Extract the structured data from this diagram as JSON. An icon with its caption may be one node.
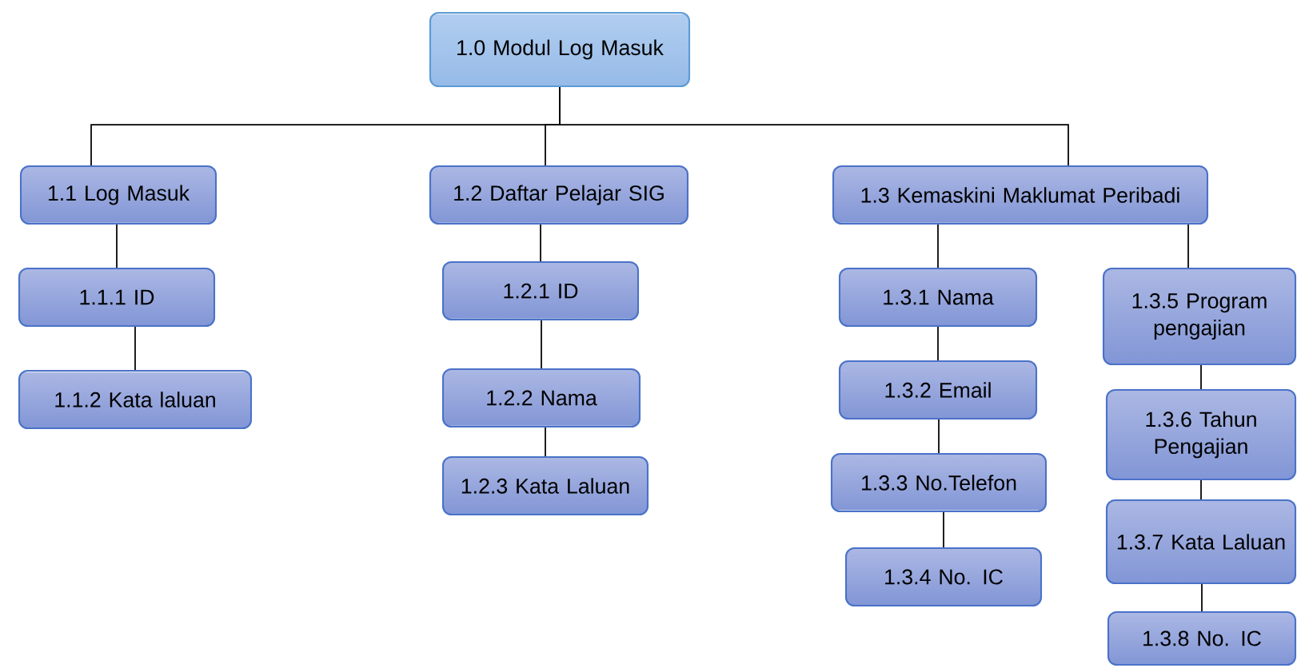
{
  "diagram": {
    "nodes": [
      {
        "text": [
          "1.0 Modul Log Masuk"
        ]
      },
      {
        "text": [
          "1.1 Log Masuk"
        ]
      },
      {
        "text": [
          "1.1.1 ID"
        ]
      },
      {
        "text": [
          "1.1.2 Kata laluan"
        ]
      },
      {
        "text": [
          "1.2 Daftar Pelajar SIG"
        ]
      },
      {
        "text": [
          "1.2.1 ID"
        ]
      },
      {
        "text": [
          "1.2.2 Nama"
        ]
      },
      {
        "text": [
          "1.2.3 Kata Laluan"
        ]
      },
      {
        "text": [
          "1.3 Kemaskini Maklumat Peribadi"
        ]
      },
      {
        "text": [
          "1.3.1 Nama"
        ]
      },
      {
        "text": [
          "1.3.2 Email"
        ]
      },
      {
        "text": [
          "1.3.3 No.Telefon"
        ]
      },
      {
        "text": [
          "1.3.4 No. IC"
        ]
      },
      {
        "text": [
          "1.3.5 Program pengajian"
        ]
      },
      {
        "text": [
          "1.3.6 Tahun Pengajian"
        ]
      },
      {
        "text": [
          "1.3.7  Kata Laluan"
        ]
      },
      {
        "text": [
          "1.3.8 No. IC"
        ]
      }
    ],
    "edges": [
      {
        "from": 0,
        "to": 1,
        "arrow": "none"
      },
      {
        "from": 0,
        "to": 4,
        "arrow": "none"
      },
      {
        "from": 0,
        "to": 8,
        "arrow": "none"
      },
      {
        "from": 1,
        "to": 2,
        "arrow": "none"
      },
      {
        "from": 2,
        "to": 3,
        "arrow": "none"
      },
      {
        "from": 4,
        "to": 5,
        "arrow": "none"
      },
      {
        "from": 5,
        "to": 6,
        "arrow": "none"
      },
      {
        "from": 6,
        "to": 7,
        "arrow": "none"
      },
      {
        "from": 8,
        "to": 9,
        "arrow": "none"
      },
      {
        "from": 9,
        "to": 10,
        "arrow": "none"
      },
      {
        "from": 10,
        "to": 11,
        "arrow": "none"
      },
      {
        "from": 11,
        "to": 12,
        "arrow": "none"
      },
      {
        "from": 8,
        "to": 13,
        "arrow": "none"
      },
      {
        "from": 13,
        "to": 14,
        "arrow": "none"
      },
      {
        "from": 14,
        "to": 15,
        "arrow": "none"
      },
      {
        "from": 15,
        "to": 16,
        "arrow": "none"
      }
    ]
  }
}
